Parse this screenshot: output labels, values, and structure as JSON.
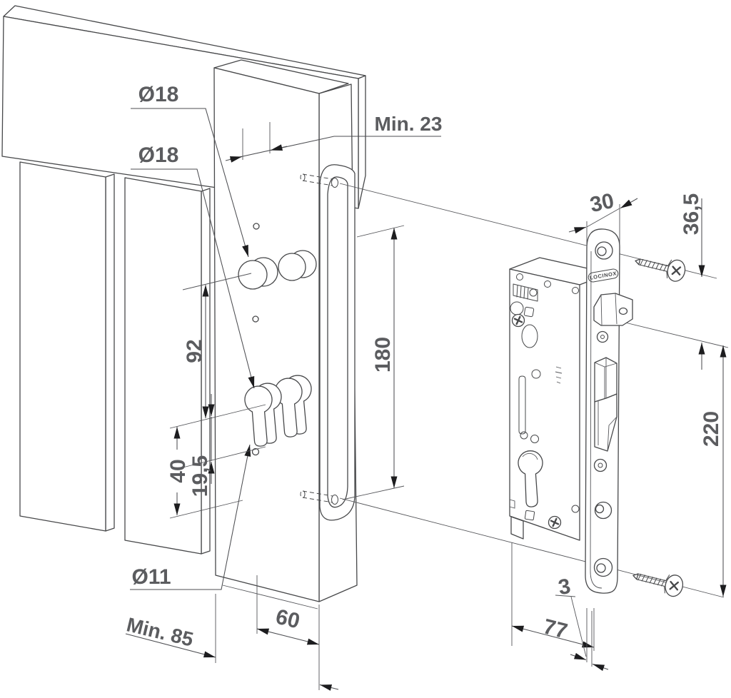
{
  "drawing": {
    "type": "technical-installation-drawing",
    "subject": "insert gate lock mortised into square gate post",
    "brand": "LOCINOX",
    "dimensions": {
      "top_hole_dia": "Ø18",
      "cylinder_hole_dia": "Ø18",
      "pilot_hole_dia": "Ø11",
      "min_backset": "Min. 23",
      "hole_spacing": "92",
      "cylinder_offset": "40",
      "stem_spacing": "19,5",
      "slot_height": "180",
      "min_profile_width": "Min. 85",
      "profile_depth": "60",
      "faceplate_width": "30",
      "top_screw_offset": "36,5",
      "faceplate_height": "220",
      "faceplate_thickness": "3",
      "case_depth": "77"
    }
  }
}
